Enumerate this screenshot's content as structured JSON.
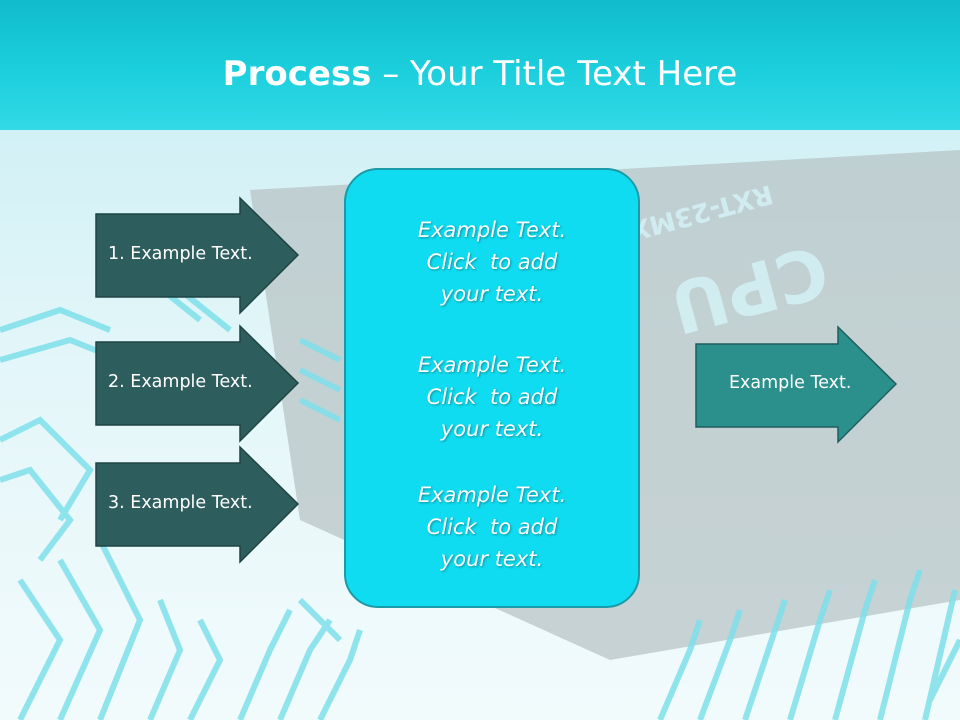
{
  "title": {
    "bold": "Process",
    "dash": " – ",
    "rest": "Your Title Text Here"
  },
  "left_arrows": [
    {
      "label": "1. Example Text."
    },
    {
      "label": "2. Example Text."
    },
    {
      "label": "3. Example Text."
    }
  ],
  "center_box": {
    "paragraphs": [
      {
        "line1": "Example Text.",
        "line2": "Click  to add",
        "line3": "your text."
      },
      {
        "line1": "Example Text.",
        "line2": "Click  to add",
        "line3": "your text."
      },
      {
        "line1": "Example Text.",
        "line2": "Click  to add",
        "line3": "your text."
      }
    ]
  },
  "right_arrow": {
    "label": "Example Text."
  },
  "background": {
    "chip_label": "CPU",
    "chip_code": "RXT-23MX"
  },
  "colors": {
    "title_band": "#1ccfdd",
    "left_arrow_fill": "#2e5d5d",
    "right_arrow_fill": "#2b8f8c",
    "center_box_fill": "#0fdcf0",
    "center_box_border": "#1b9aa8"
  }
}
